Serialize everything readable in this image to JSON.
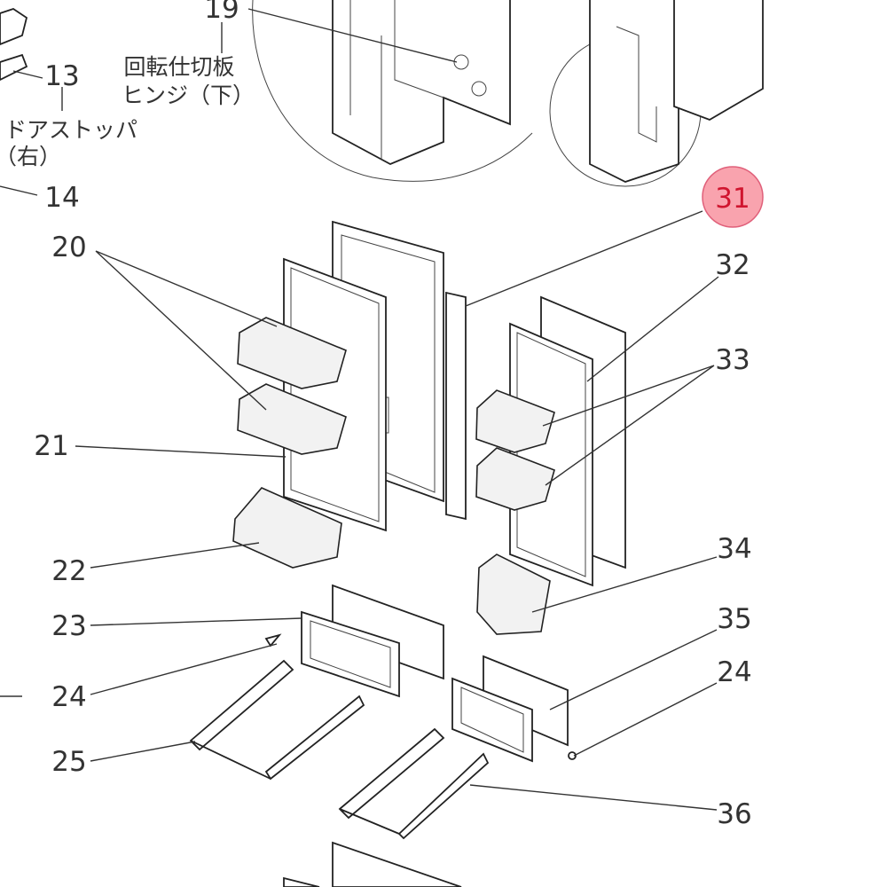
{
  "labels": {
    "p19": "19",
    "p19_name_1": "回転仕切板",
    "p19_name_2": "ヒンジ（下）",
    "p13": "13",
    "p13_name_1": "ドアストッパ",
    "p13_name_2": "（右）",
    "p14": "14",
    "p20": "20",
    "p21": "21",
    "p22": "22",
    "p23": "23",
    "p24_left": "24",
    "p25": "25",
    "p31": "31",
    "p32": "32",
    "p33": "33",
    "p34": "34",
    "p35": "35",
    "p24_right": "24",
    "p36": "36"
  },
  "colors": {
    "highlight_fill": "#f9a3ae",
    "highlight_text": "#d0152f",
    "line": "#333333"
  }
}
